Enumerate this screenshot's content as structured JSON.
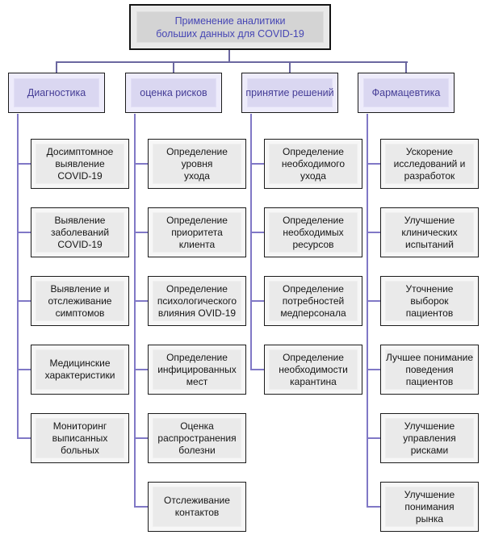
{
  "diagram": {
    "root": {
      "label": "Применение аналитики\nбольших данных для COVID-19"
    },
    "columns": [
      {
        "header": "Диагностика",
        "items": [
          {
            "label": "Досимптомное\nвыявление\nCOVID-19"
          },
          {
            "label": "Выявление\nзаболеваний\nCOVID-19"
          },
          {
            "label": "Выявление и\nотслеживание\nсимптомов"
          },
          {
            "label": "Медицинские\nхарактеристики"
          },
          {
            "label": "Мониторинг\nвыписанных\nбольных"
          }
        ]
      },
      {
        "header": "оценка рисков",
        "items": [
          {
            "label": "Определение\nуровня\nухода"
          },
          {
            "label": "Определение\nприоритета\nклиента"
          },
          {
            "label": "Определение\nпсихологического\nвлияния OVID-19"
          },
          {
            "label": "Определение\nинфицированных\nмест"
          },
          {
            "label": "Оценка\nраспространения\nболезни"
          },
          {
            "label": "Отслеживание\nконтактов"
          }
        ]
      },
      {
        "header": "принятие решений",
        "items": [
          {
            "label": "Определение\nнеобходимого\nухода"
          },
          {
            "label": "Определение\nнеобходимых\nресурсов"
          },
          {
            "label": "Определение\nпотребностей\nмедперсонала"
          },
          {
            "label": "Определение\nнеобходимости\nкарантина"
          }
        ]
      },
      {
        "header": "Фармацевтика",
        "items": [
          {
            "label": "Ускорение\nисследований и\nразработок"
          },
          {
            "label": "Улучшение\nклинических\nиспытаний"
          },
          {
            "label": "Уточнение\nвыборок\nпациентов"
          },
          {
            "label": "Лучшее понимание\nповедения\nпациентов"
          },
          {
            "label": "Улучшение\nуправления\nрисками"
          },
          {
            "label": "Улучшение\nпонимания\nрынка"
          }
        ]
      }
    ],
    "colors": {
      "root_fill": "#d4d4d4",
      "root_text": "#4646b4",
      "header_fill": "#dad7f1",
      "header_text": "#453d96",
      "item_fill": "#eaeaea",
      "item_text": "#161616",
      "border": "#1c1c1c",
      "connector_top": "#6b67a0",
      "connector_column": "#8078c6"
    }
  }
}
